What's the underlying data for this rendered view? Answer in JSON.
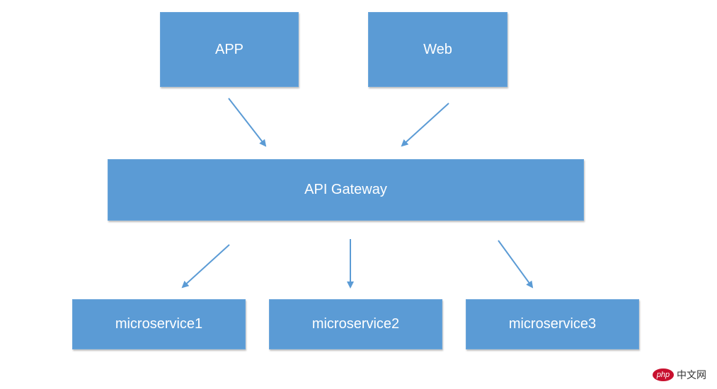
{
  "diagram": {
    "nodes": {
      "app": "APP",
      "web": "Web",
      "gateway": "API Gateway",
      "microservice1": "microservice1",
      "microservice2": "microservice2",
      "microservice3": "microservice3"
    },
    "edges": [
      {
        "from": "APP",
        "to": "API Gateway"
      },
      {
        "from": "Web",
        "to": "API Gateway"
      },
      {
        "from": "API Gateway",
        "to": "microservice1"
      },
      {
        "from": "API Gateway",
        "to": "microservice2"
      },
      {
        "from": "API Gateway",
        "to": "microservice3"
      }
    ],
    "colors": {
      "box_fill": "#5b9bd5",
      "box_text": "#ffffff",
      "arrow": "#5b9bd5"
    }
  },
  "watermark": {
    "badge": "php",
    "text": "中文网"
  }
}
